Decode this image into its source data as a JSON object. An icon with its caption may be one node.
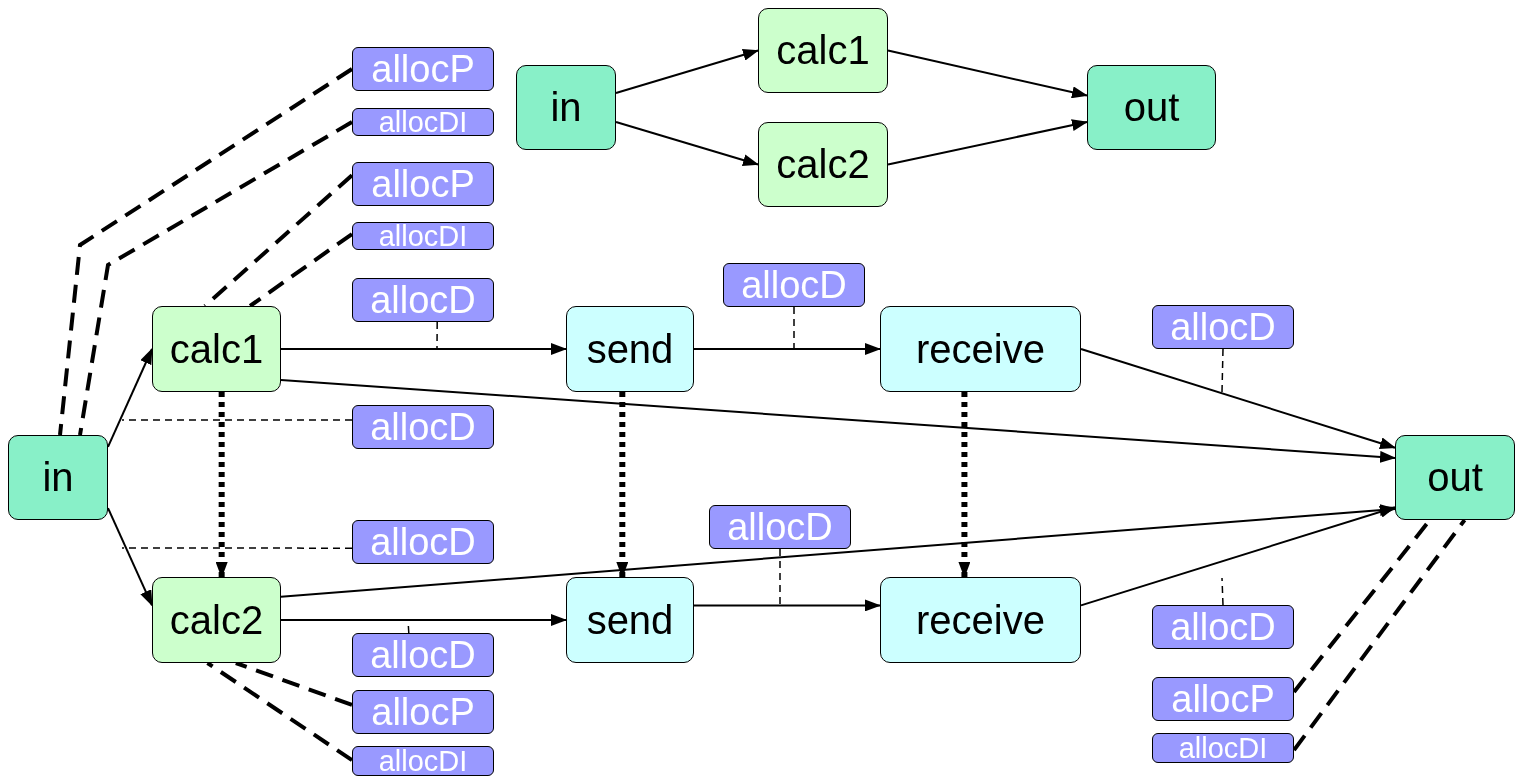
{
  "diagram": {
    "nodes": [
      {
        "text": [
          "in"
        ]
      },
      {
        "text": [
          "calc1"
        ]
      },
      {
        "text": [
          "calc2"
        ]
      },
      {
        "text": [
          "out"
        ]
      },
      {
        "text": [
          "allocP"
        ]
      },
      {
        "text": [
          "allocDI"
        ]
      },
      {
        "text": [
          "allocP"
        ]
      },
      {
        "text": [
          "allocDI"
        ]
      },
      {
        "text": [
          "allocD"
        ]
      },
      {
        "text": [
          "allocD"
        ]
      },
      {
        "text": [
          "calc1"
        ]
      },
      {
        "text": [
          "send"
        ]
      },
      {
        "text": [
          "receive"
        ]
      },
      {
        "text": [
          "allocD"
        ]
      },
      {
        "text": [
          "allocD"
        ]
      },
      {
        "text": [
          "in"
        ]
      },
      {
        "text": [
          "out"
        ]
      },
      {
        "text": [
          "allocD"
        ]
      },
      {
        "text": [
          "allocD"
        ]
      },
      {
        "text": [
          "calc2"
        ]
      },
      {
        "text": [
          "send"
        ]
      },
      {
        "text": [
          "receive"
        ]
      },
      {
        "text": [
          "allocD"
        ]
      },
      {
        "text": [
          "allocD"
        ]
      },
      {
        "text": [
          "allocP"
        ]
      },
      {
        "text": [
          "allocP"
        ]
      },
      {
        "text": [
          "allocDI"
        ]
      },
      {
        "text": [
          "allocDI"
        ]
      }
    ],
    "edges": [
      {
        "from": 0,
        "to": 1,
        "arrow": "to"
      },
      {
        "from": 0,
        "to": 2,
        "arrow": "to"
      },
      {
        "from": 1,
        "to": 3,
        "arrow": "to"
      },
      {
        "from": 2,
        "to": 3,
        "arrow": "to"
      },
      {
        "from": 15,
        "to": 10,
        "arrow": "to"
      },
      {
        "from": 15,
        "to": 19,
        "arrow": "to"
      },
      {
        "from": 10,
        "to": 11,
        "arrow": "to"
      },
      {
        "from": 11,
        "to": 12,
        "arrow": "to"
      },
      {
        "from": 12,
        "to": 16,
        "arrow": "to"
      },
      {
        "from": 10,
        "to": 16,
        "arrow": "to"
      },
      {
        "from": 19,
        "to": 20,
        "arrow": "to"
      },
      {
        "from": 20,
        "to": 21,
        "arrow": "to"
      },
      {
        "from": 21,
        "to": 16,
        "arrow": "to"
      },
      {
        "from": 19,
        "to": 16,
        "arrow": "to"
      },
      {
        "from": 10,
        "to": 19,
        "arrow": "to",
        "style": "dashed"
      },
      {
        "from": 11,
        "to": 20,
        "arrow": "to",
        "style": "dashed"
      },
      {
        "from": 12,
        "to": 21,
        "arrow": "to",
        "style": "dashed"
      },
      {
        "from": 4,
        "to": 15,
        "arrow": "none",
        "style": "dashed"
      },
      {
        "from": 5,
        "to": 15,
        "arrow": "none",
        "style": "dashed"
      },
      {
        "from": 6,
        "to": 10,
        "arrow": "none",
        "style": "dashed"
      },
      {
        "from": 7,
        "to": 10,
        "arrow": "none",
        "style": "dashed"
      },
      {
        "from": 8,
        "to": null,
        "arrow": "none",
        "style": "dashed"
      },
      {
        "from": 9,
        "to": null,
        "arrow": "none",
        "style": "dashed"
      },
      {
        "from": 13,
        "to": null,
        "arrow": "none",
        "style": "dashed"
      },
      {
        "from": 14,
        "to": null,
        "arrow": "none",
        "style": "dashed"
      },
      {
        "from": 17,
        "to": null,
        "arrow": "none",
        "style": "dashed"
      },
      {
        "from": 18,
        "to": null,
        "arrow": "none",
        "style": "dashed"
      },
      {
        "from": 22,
        "to": null,
        "arrow": "none",
        "style": "dashed"
      },
      {
        "from": 23,
        "to": null,
        "arrow": "none",
        "style": "dashed"
      },
      {
        "from": 24,
        "to": 16,
        "arrow": "none",
        "style": "dashed"
      },
      {
        "from": 25,
        "to": 19,
        "arrow": "none",
        "style": "dashed"
      },
      {
        "from": 26,
        "to": 16,
        "arrow": "none",
        "style": "dashed"
      },
      {
        "from": 27,
        "to": 19,
        "arrow": "none",
        "style": "dashed"
      }
    ]
  }
}
